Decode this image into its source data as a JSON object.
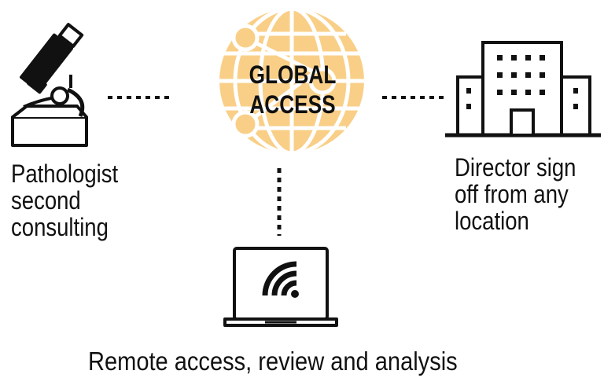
{
  "colors": {
    "globe_fill": "#f9cf87",
    "stroke": "#111111",
    "background": "#ffffff"
  },
  "globe": {
    "line1": "GLOBAL",
    "line2": "ACCESS"
  },
  "nodes": {
    "pathologist": {
      "icon": "microscope-icon",
      "line1": "Pathologist",
      "line2": "second",
      "line3": "consulting"
    },
    "director": {
      "icon": "building-icon",
      "line1": "Director sign",
      "line2": "off from any",
      "line3": "location"
    },
    "remote": {
      "icon": "laptop-wifi-icon",
      "line1": "Remote access, review and analysis"
    }
  }
}
